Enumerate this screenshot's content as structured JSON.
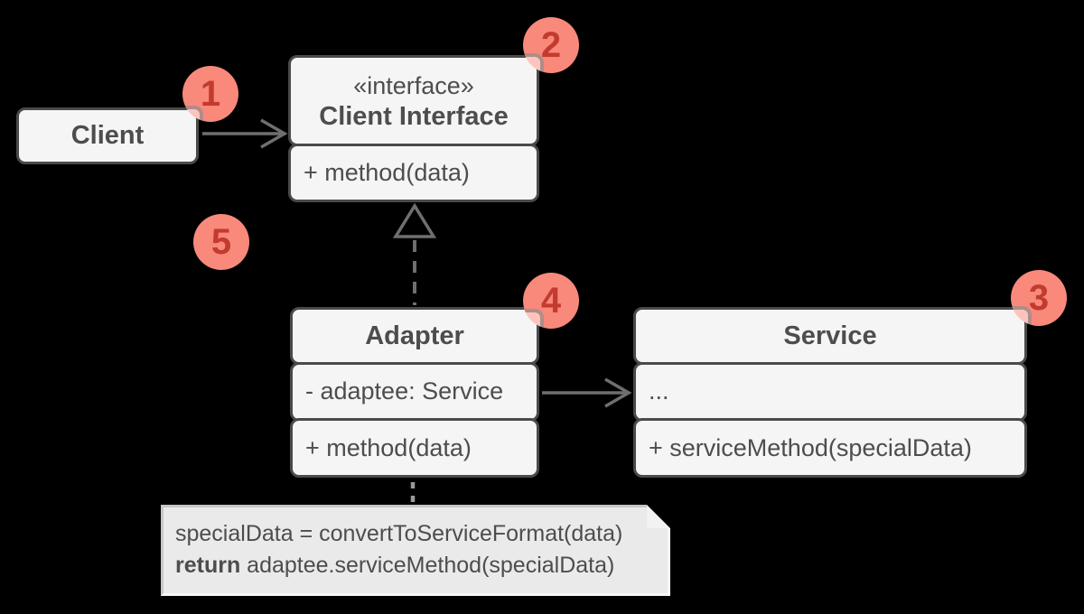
{
  "diagram": {
    "pattern": "Adapter (object adapter) UML diagram",
    "background": "#000000"
  },
  "classes": {
    "client": {
      "title": "Client"
    },
    "client_interface": {
      "stereotype": "«interface»",
      "title": "Client Interface",
      "methods": [
        "+ method(data)"
      ]
    },
    "adapter": {
      "title": "Adapter",
      "fields": [
        "- adaptee: Service"
      ],
      "methods": [
        "+ method(data)"
      ]
    },
    "service": {
      "title": "Service",
      "fields": [
        "..."
      ],
      "methods": [
        "+ serviceMethod(specialData)"
      ]
    }
  },
  "badges": [
    "1",
    "2",
    "3",
    "4",
    "5"
  ],
  "note": {
    "line1": "specialData = convertToServiceFormat(data)",
    "line2_keyword": "return",
    "line2_rest": " adaptee.serviceMethod(specialData)"
  },
  "colors": {
    "box_fill": "#f5f5f5",
    "box_border": "#4a4a4a",
    "text": "#4d4d4d",
    "arrow": "#6f6f6f",
    "badge_fill": "#f8897b",
    "badge_number": "#c23b2e",
    "note_fill": "#eaeaea",
    "note_border": "#c6c6c6"
  }
}
